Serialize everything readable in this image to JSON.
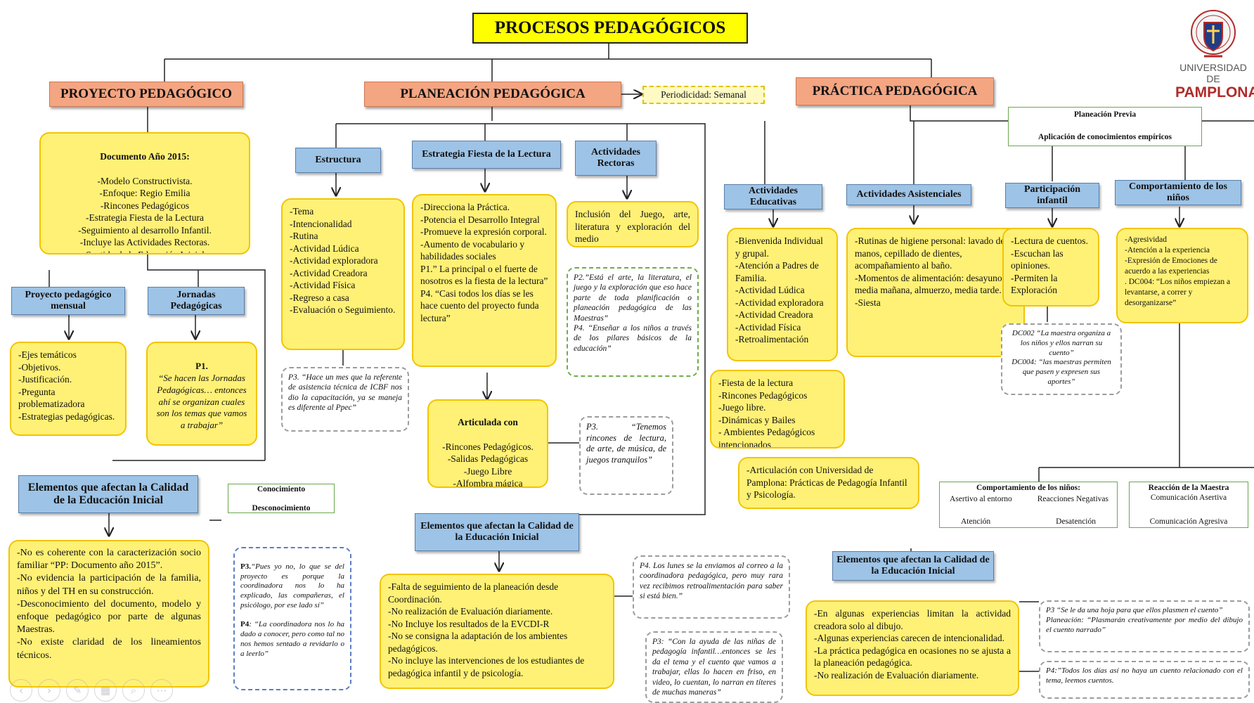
{
  "title": "PROCESOS PEDAGÓGICOS",
  "logo": {
    "line1": "UNIVERSIDAD DE",
    "line2": "PAMPLONA",
    "icon": "university-shield-icon"
  },
  "colors": {
    "title_bg": "#ffff00",
    "head_bg": "#f4a582",
    "blue_box": "#9dc3e6",
    "yellow_box": "#fff176"
  },
  "proyecto": {
    "head": "PROYECTO PEDAGÓGICO",
    "doc_title": "Documento Año 2015:",
    "doc_body": "-Modelo Constructivista.\n-Enfoque: Regio Emilia\n-Rincones Pedagógicos\n-Estrategia Fiesta de la Lectura\n-Seguimiento al desarrollo Infantil.\n-Incluye las Actividades Rectoras.\n-Sentido de la Educación Inicial.\n-Proyectos Pedagógicos Mensuales",
    "mensual": "Proyecto pedagógico mensual",
    "jornadas": "Jornadas Pedagógicas",
    "mensual_items": "-Ejes temáticos\n-Objetivos.\n-Justificación.\n-Pregunta problematizadora\n-Estrategias pedagógicas.",
    "p1_label": "P1.",
    "p1_quote": "“Se hacen las Jornadas Pedagógicas… entonces ahí se organizan cuales son los temas que vamos a trabajar”",
    "elementos": "Elementos que afectan la Calidad de la Educación Inicial",
    "conocimiento": "Conocimiento",
    "desconocimiento": "Desconocimiento",
    "factores": "-No es coherente con la caracterización socio familiar “PP: Documento año 2015”.\n-No evidencia la participación de la familia, niños y del TH en su construcción.\n-Desconocimiento del documento, modelo y enfoque pedagógico por parte de algunas Maestras.\n-No existe claridad de los lineamientos técnicos.",
    "note_p3_label": "P3.",
    "note_p3": "“Pues yo no, lo que se del proyecto es porque la coordinadora nos lo ha explicado, las compañeras, el psicólogo, por ese lado sí”",
    "note_p4_label": "P4",
    "note_p4": ": “La coordinadora nos lo ha dado a conocer, pero como tal no nos hemos sentado a revidarlo o a leerlo”"
  },
  "planeacion": {
    "head": "PLANEACIÓN PEDAGÓGICA",
    "periodicidad": "Periodicidad: Semanal",
    "estructura": "Estructura",
    "estrategia": "Estrategia Fiesta de la Lectura",
    "actividades": "Actividades Rectoras",
    "estructura_items": "-Tema\n-Intencionalidad\n-Rutina\n-Actividad Lúdica\n-Actividad exploradora\n-Actividad Creadora\n-Actividad Física\n-Regreso a casa\n-Evaluación o Seguimiento.",
    "estrategia_items": "-Direcciona la Práctica.\n-Potencia el Desarrollo Integral\n-Promueve la expresión corporal.\n-Aumento de vocabulario y habilidades sociales\nP1.” La principal o el fuerte de nosotros es la fiesta de la lectura”\nP4. “Casi todos los días se les hace cuento del proyecto funda lectura”",
    "rectoras_items": "Inclusión del Juego, arte, literatura y exploración del medio",
    "note_p2": "P2.”Está el arte, la literatura, el juego y la exploración que eso hace parte de toda planificación o planeación pedagógica de las Maestras”\nP4. “Enseñar a los niños a través de los pilares básicos de la educación”",
    "note_p3_icbf": "P3. “Hace un mes que la referente de asistencia técnica de ICBF nos dio la capacitación, ya se maneja es diferente al Ppec”",
    "articulada_title": "Articulada con",
    "articulada_items": "-Rincones Pedagógicos.\n-Salidas Pedagógicas\n-Juego Libre\n-Alfombra mágica\n-Caja Mágica\n-Juego de Roles",
    "note_p3_rincones": "P3. “Tenemos rincones de lectura, de arte, de música, de juegos tranquilos”",
    "elementos": "Elementos que afectan la Calidad de la Educación Inicial",
    "factores": "-Falta de seguimiento de la planeación desde Coordinación.\n-No realización de Evaluación diariamente.\n-No Incluye los resultados de la EVCDI-R\n-No se consigna la adaptación de los ambientes pedagógicos.\n-No incluye las intervenciones de los estudiantes de pedagógica infantil y de psicología.",
    "note_p4_lunes": "P4. Los lunes se la enviamos al correo a la coordinadora pedagógica, pero muy rara vez recibimos retroalimentación para saber si está bien.”",
    "note_p3_ayuda": "P3: “Con la ayuda de las niñas de pedagogía infantil…entonces se les da el tema y el cuento que vamos a trabajar, ellas lo hacen en friso, en video, lo cuentan, lo narran en títeres de muchas maneras”"
  },
  "practica": {
    "head": "PRÁCTICA PEDAGÓGICA",
    "previa": "Planeación Previa",
    "empiricos": "Aplicación de conocimientos empíricos",
    "educativas": "Actividades Educativas",
    "asistenciales": "Actividades Asistenciales",
    "participacion": "Participación infantil",
    "comportamiento": "Comportamiento de los niños",
    "educativas_items": "-Bienvenida Individual y grupal.\n-Atención a Padres de Familia.\n-Actividad Lúdica\n-Actividad exploradora\n-Actividad Creadora\n-Actividad Física\n-Retroalimentación",
    "fiesta_items": "-Fiesta de la lectura\n-Rincones Pedagógicos\n-Juego libre.\n-Dinámicas y Bailes\n- Ambientes Pedagógicos intencionados",
    "articulacion": "-Articulación con Universidad de Pamplona: Prácticas de Pedagogía Infantil y Psicología.",
    "asistenciales_items": "-Rutinas de higiene personal: lavado de manos, cepillado de dientes, acompañamiento al baño.\n-Momentos de alimentación: desayuno, media mañana, almuerzo, media tarde.\n-Siesta",
    "participacion_items": "-Lectura de cuentos.\n-Escuchan las opiniones.\n-Permiten la Exploración",
    "note_dc": "DC002 “La maestra organiza a los niños y ellos narran su cuento”\nDC004: “las maestras permiten que pasen y expresen sus aportes”",
    "comportamiento_items": "-Agresividad\n-Atención a la experiencia\n-Expresión de Emociones de acuerdo a las experiencias\n. DC004: “Los niños empiezan a levantarse, a correr y desorganizarse”",
    "comp_title": "Comportamiento de los niños:",
    "asertivo": "Asertivo al entorno",
    "reacciones": "Reacciones Negativas",
    "atencion": "Atención",
    "desatencion": "Desatención",
    "reaccion_title": "Reacción de la Maestra",
    "com_asertiva": "Comunicación Asertiva",
    "com_agresiva": "Comunicación Agresiva",
    "elementos": "Elementos que afectan la Calidad de la Educación Inicial",
    "factores": "-En algunas experiencias limitan la actividad creadora solo al dibujo.\n-Algunas experiencias carecen de intencionalidad.\n-La práctica pedagógica en ocasiones no se ajusta a la planeación pedagógica.\n-No realización de Evaluación diariamente.",
    "note_p3": "P3 “Se le da una hoja para que ellos plasmen el cuento”\nPlaneación: “Plasmarán creativamente por medio del dibujo el cuento narrado”",
    "note_p4": "P4:”Todos los días así no haya un cuento relacionado con el tema, leemos cuentos."
  }
}
